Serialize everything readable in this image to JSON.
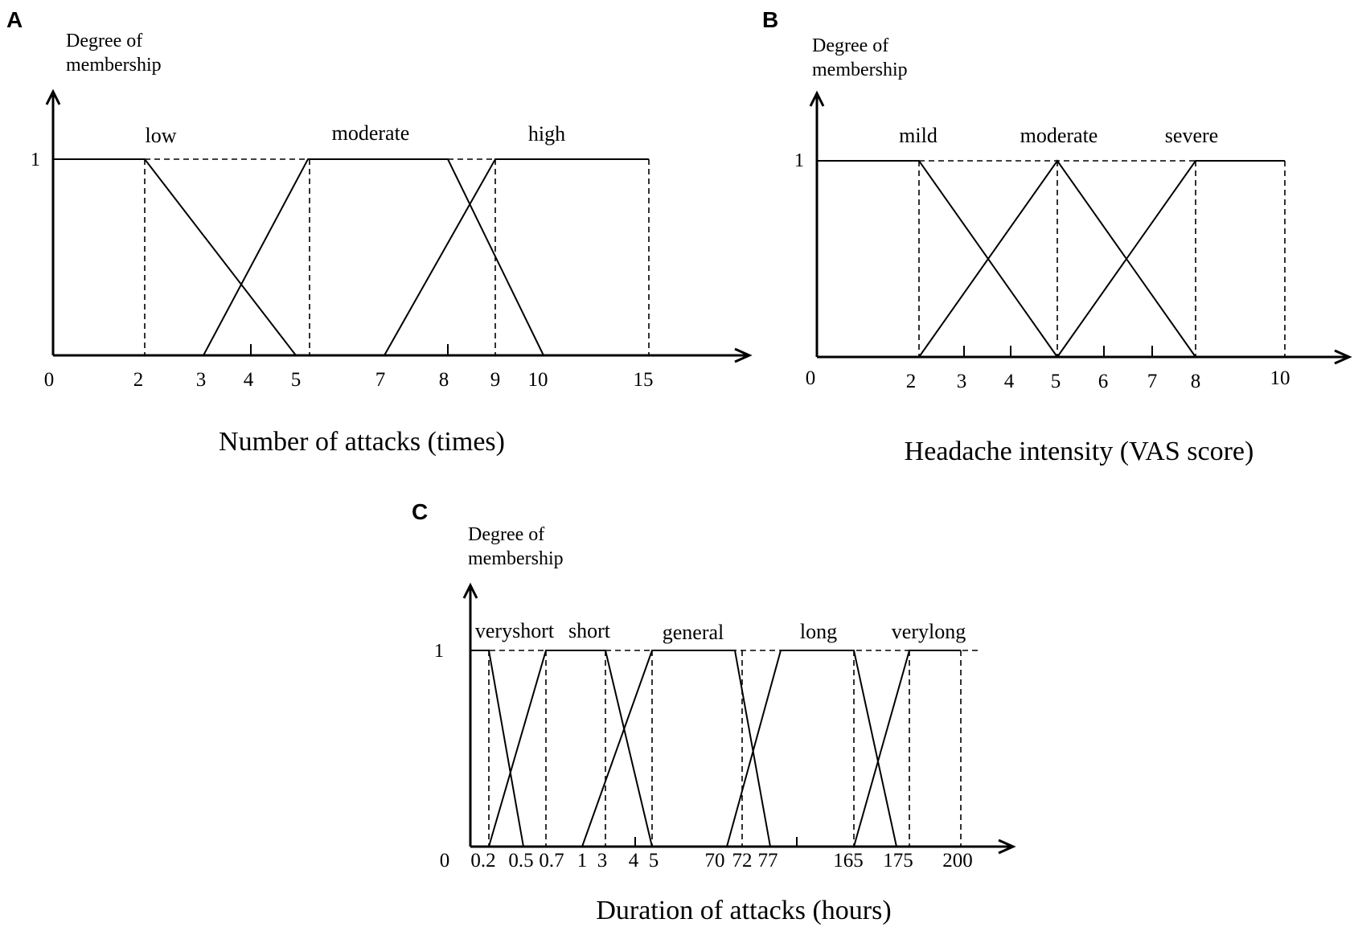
{
  "panels": [
    {
      "label": "A",
      "ylabel_line1": "Degree of",
      "ylabel_line2": "membership",
      "y_one_label": "1",
      "origin_label": "0",
      "xlabel": "Number of attacks (times)",
      "ticks": [
        "2",
        "3",
        "4",
        "5",
        "7",
        "8",
        "9",
        "10",
        "15"
      ],
      "terms": [
        "low",
        "moderate",
        "high"
      ]
    },
    {
      "label": "B",
      "ylabel_line1": "Degree of",
      "ylabel_line2": "membership",
      "y_one_label": "1",
      "origin_label": "0",
      "xlabel": "Headache intensity (VAS score)",
      "ticks": [
        "2",
        "3",
        "4",
        "5",
        "6",
        "7",
        "8",
        "10"
      ],
      "terms": [
        "mild",
        "moderate",
        "severe"
      ]
    },
    {
      "label": "C",
      "ylabel_line1": "Degree of",
      "ylabel_line2": "membership",
      "y_one_label": "1",
      "origin_label": "0",
      "xlabel": "Duration of attacks (hours)",
      "ticks": [
        "0.2",
        "0.5",
        "0.7",
        "1",
        "3",
        "4",
        "5",
        "70",
        "72",
        "77",
        "165",
        "175",
        "200"
      ],
      "terms": [
        "veryshort",
        "short",
        "general",
        "long",
        "verylong"
      ]
    }
  ]
}
